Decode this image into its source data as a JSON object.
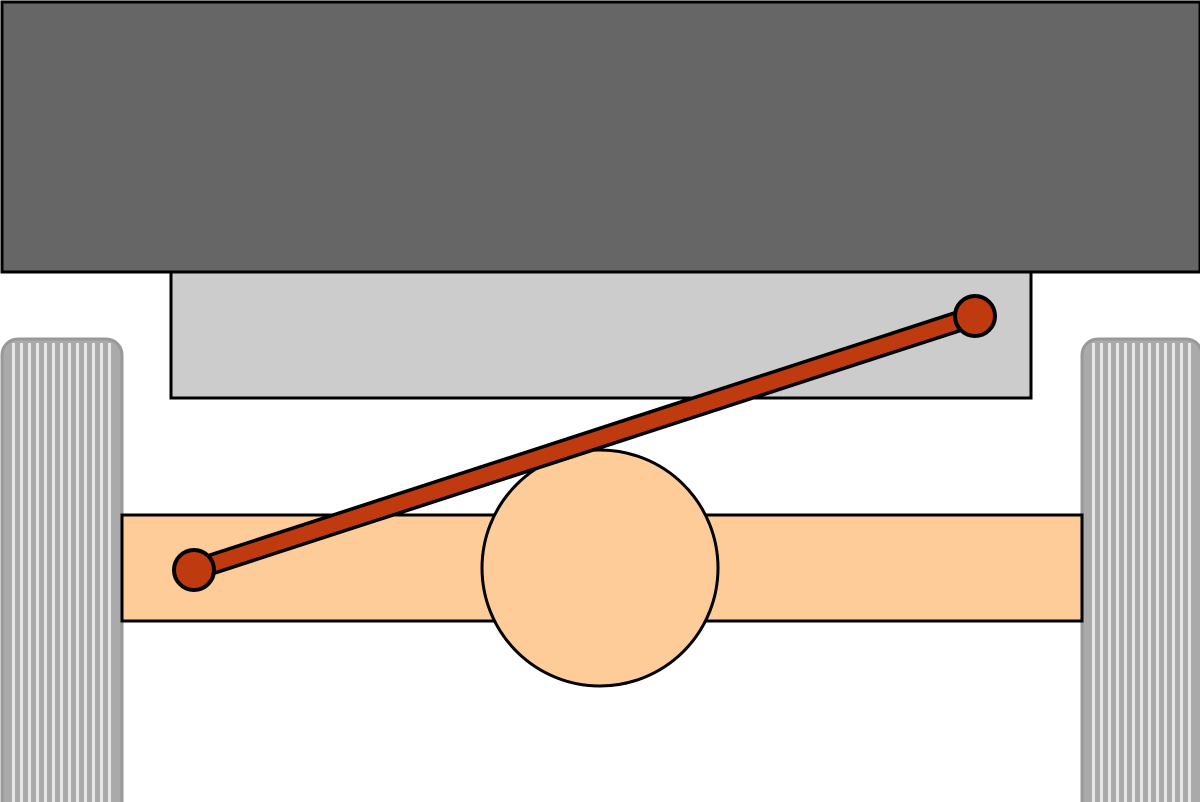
{
  "colors": {
    "body": "#666666",
    "frame": "#cccccc",
    "axle": "#fecc99",
    "differential": "#fecc99",
    "panhard_rod": "#bf3a0f",
    "tire": "#aaaaaa",
    "tire_tread": "#e6e6e6",
    "outline": "#000000",
    "tire_outline": "#999999"
  },
  "parts": {
    "vehicle_body": "vehicle-body",
    "chassis_frame": "chassis-frame",
    "axle_beam": "axle-beam",
    "differential_housing": "differential-housing",
    "panhard_rod": "panhard-rod",
    "left_wheel": "left-wheel",
    "right_wheel": "right-wheel"
  }
}
